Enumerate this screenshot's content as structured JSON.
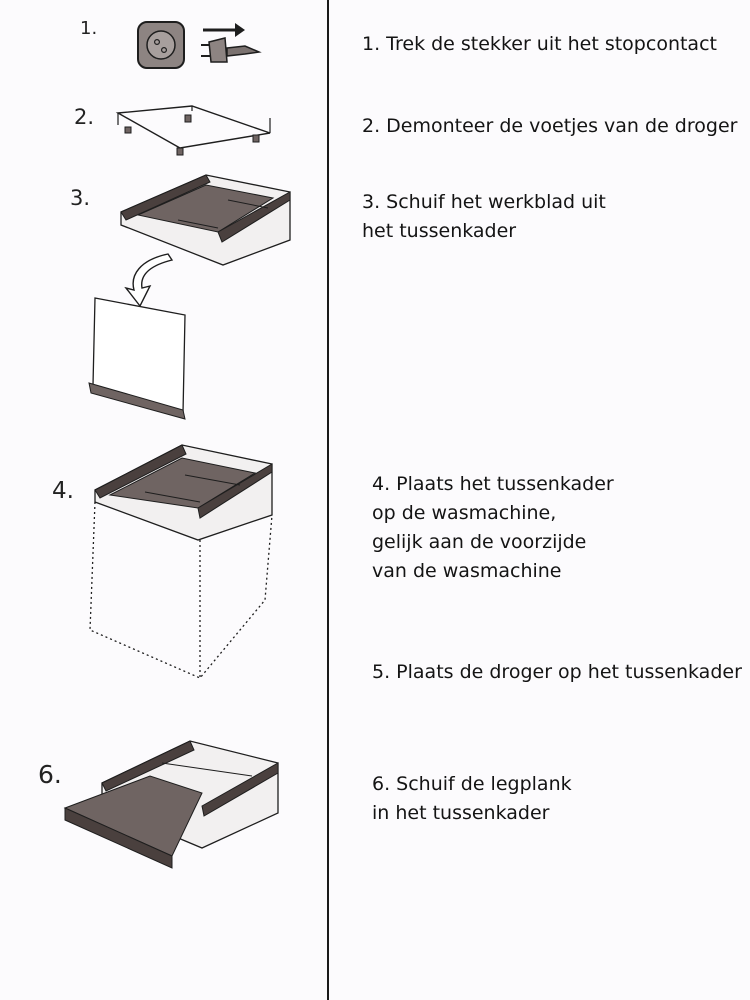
{
  "steps": [
    {
      "number": "1.",
      "text": "1. Trek de stekker uit het stopcontact"
    },
    {
      "number": "2.",
      "text": "2. Demonteer de voetjes van de droger"
    },
    {
      "number": "3.",
      "text": "3. Schuif het werkblad uit\nhet tussenkader"
    },
    {
      "number": "4.",
      "text": "4. Plaats het tussenkader\nop de wasmachine,\ngelijk aan de voorzijde\nvan de wasmachine"
    },
    {
      "number": "",
      "text": "5. Plaats de droger op het tussenkader"
    },
    {
      "number": "6.",
      "text": "6. Schuif de legplank\nin het tussenkader"
    }
  ],
  "colors": {
    "panel": "#6f6462",
    "panel_dark": "#4a403e",
    "panel_light": "#8a7f7c",
    "line": "#1e1e1e"
  }
}
